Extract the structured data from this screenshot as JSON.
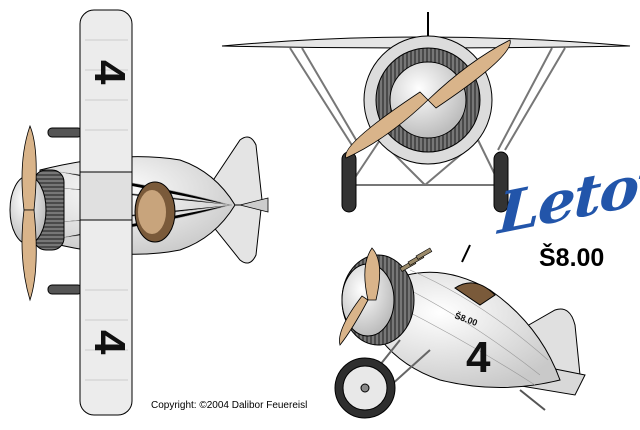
{
  "logo": {
    "text": "Letov",
    "color": "#2255aa"
  },
  "model": {
    "designation": "Š8.00"
  },
  "copyright": {
    "text": "Copyright: ©2004 Dalibor Feuereisl"
  },
  "aircraft": {
    "fuselage_marking": "4",
    "side_badge": "Š8.00",
    "colors": {
      "body": "#e2e2e2",
      "prop": "#d9b48a",
      "engine": "#444444",
      "outline": "#000000"
    }
  }
}
